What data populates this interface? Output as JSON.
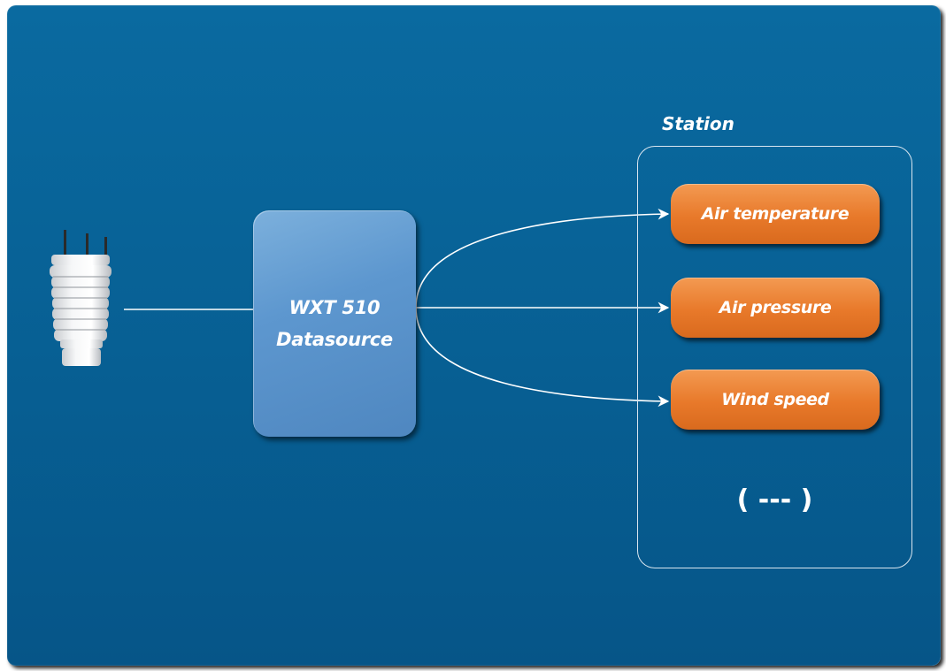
{
  "diagram": {
    "source_device": {
      "icon": "weather-sensor-icon"
    },
    "datasource": {
      "line1": "WXT 510",
      "line2": "Datasource"
    },
    "station": {
      "title": "Station",
      "fields": [
        {
          "label": "Air temperature"
        },
        {
          "label": "Air pressure"
        },
        {
          "label": "Wind speed"
        }
      ],
      "more": "( --- )"
    },
    "colors": {
      "background": "#075f93",
      "datasource_box": "#5d97cf",
      "field_box": "#e8792a",
      "connector": "#ffffff"
    }
  }
}
